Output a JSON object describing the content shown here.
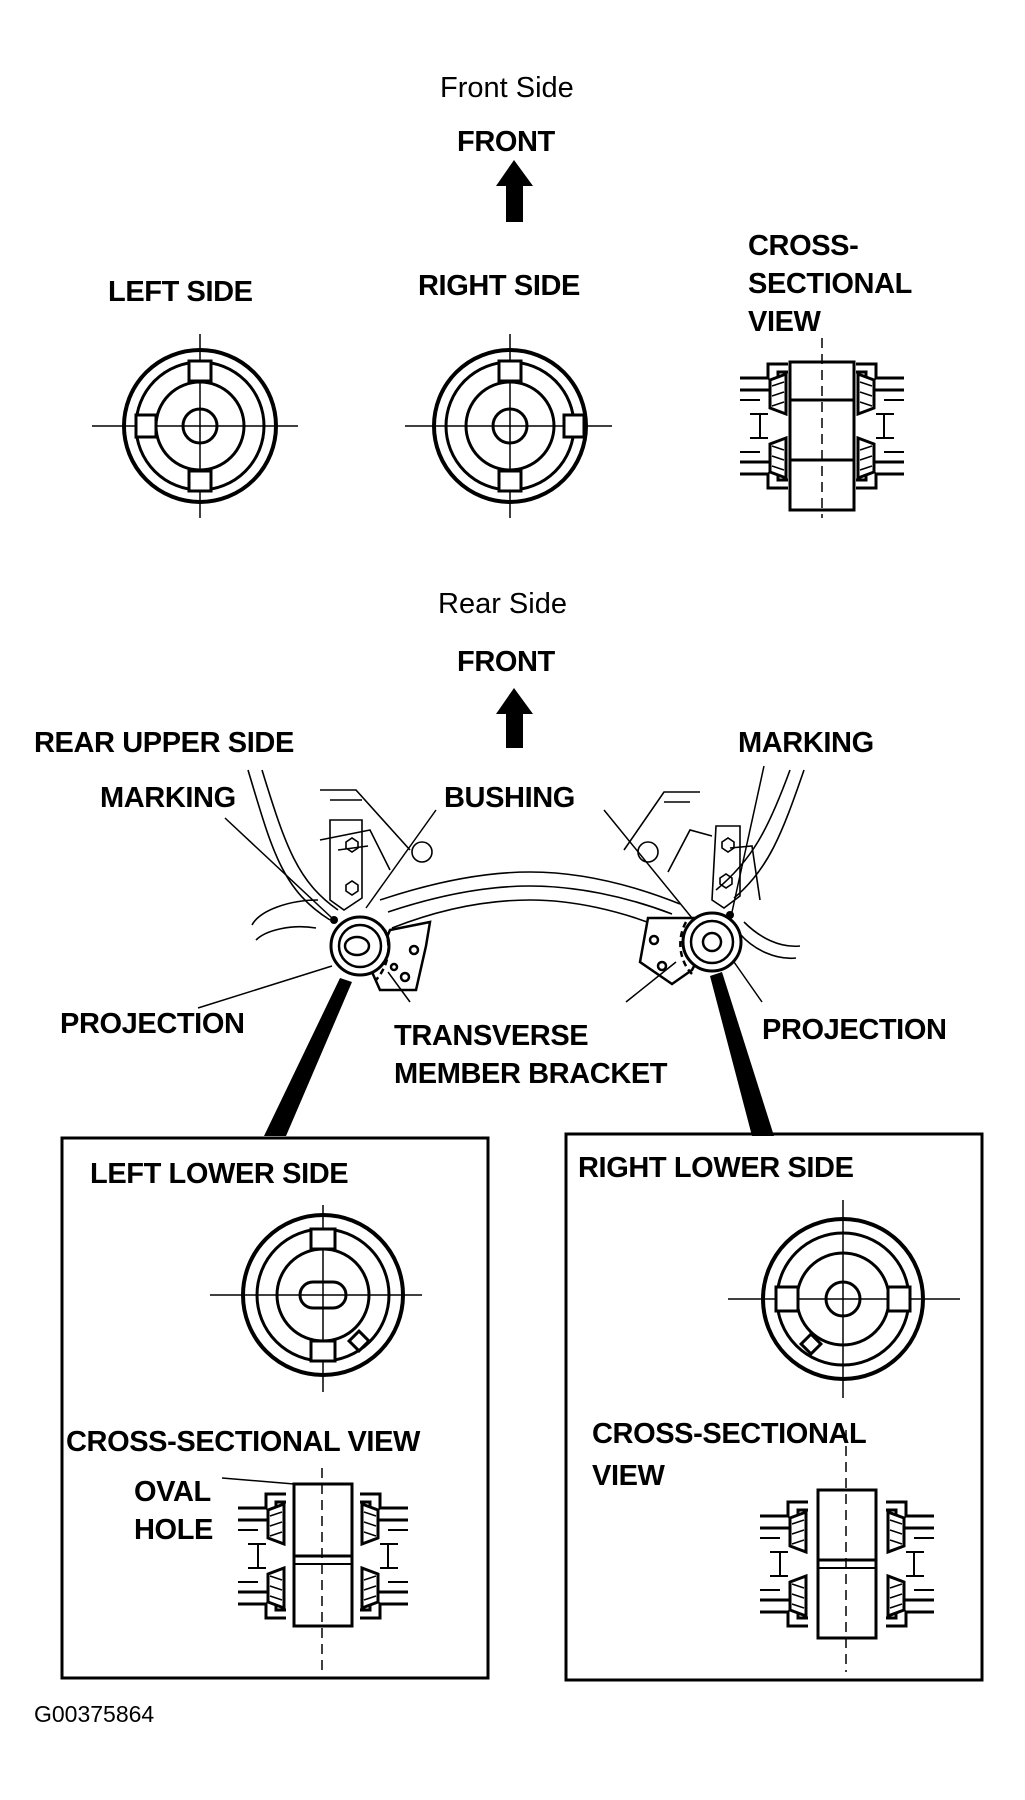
{
  "front_section": {
    "heading": "Front Side",
    "front_label": "FRONT",
    "left_side": "LEFT SIDE",
    "right_side": "RIGHT SIDE",
    "cross_sectional_view": [
      "CROSS-",
      "SECTIONAL",
      "VIEW"
    ]
  },
  "rear_section": {
    "heading": "Rear Side",
    "front_label": "FRONT",
    "rear_upper_side": "REAR UPPER SIDE",
    "marking_left": "MARKING",
    "marking_right": "MARKING",
    "bushing": "BUSHING",
    "projection_left": "PROJECTION",
    "projection_right": "PROJECTION",
    "bracket": [
      "TRANSVERSE",
      "MEMBER BRACKET"
    ]
  },
  "left_lower_box": {
    "title": "LEFT LOWER SIDE",
    "cross_sectional_view": "CROSS-SECTIONAL VIEW",
    "oval_hole": [
      "OVAL",
      "HOLE"
    ]
  },
  "right_lower_box": {
    "title": "RIGHT LOWER SIDE",
    "cross_sectional_view": [
      "CROSS-SECTIONAL",
      "VIEW"
    ]
  },
  "figure_code": "G00375864"
}
